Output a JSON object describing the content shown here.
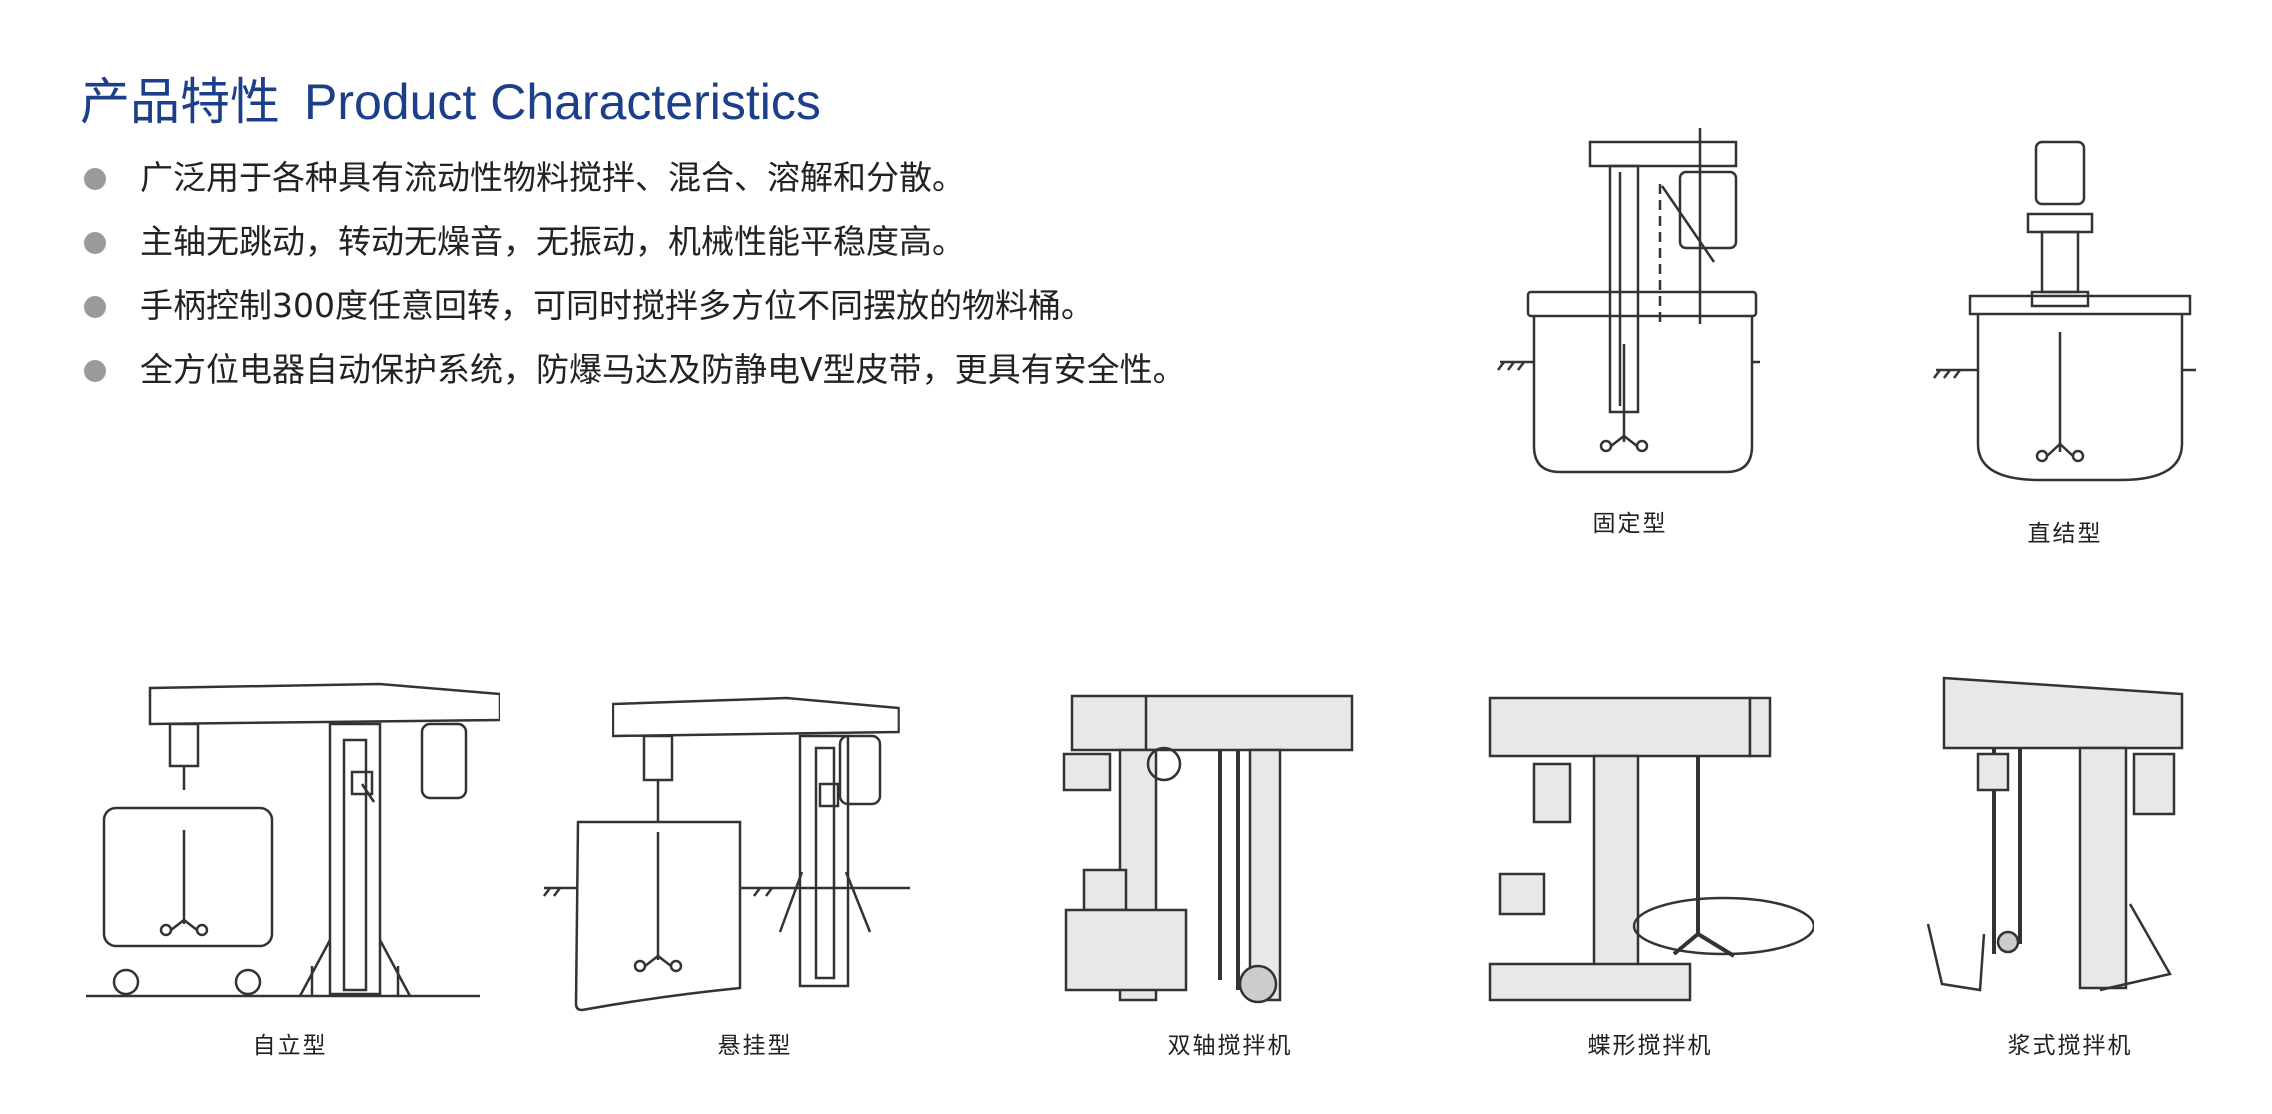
{
  "title": {
    "cn": "产品特性",
    "en": "Product Characteristics"
  },
  "bullets": [
    "广泛用于各种具有流动性物料搅拌、混合、溶解和分散。",
    "主轴无跳动，转动无燥音，无振动，机械性能平稳度高。",
    "手柄控制300度任意回转，可同时搅拌多方位不同摆放的物料桶。",
    "全方位电器自动保护系统，防爆马达及防静电V型皮带，更具有安全性。"
  ],
  "figures": {
    "fixed": "固定型",
    "direct": "直结型",
    "standing": "自立型",
    "hanging": "悬挂型",
    "dual_shaft": "双轴搅拌机",
    "butterfly": "蝶形搅拌机",
    "paddle": "浆式搅拌机"
  },
  "colors": {
    "title": "#1d3f8a",
    "bullet": "#9a9a9a",
    "line": "#333333"
  }
}
